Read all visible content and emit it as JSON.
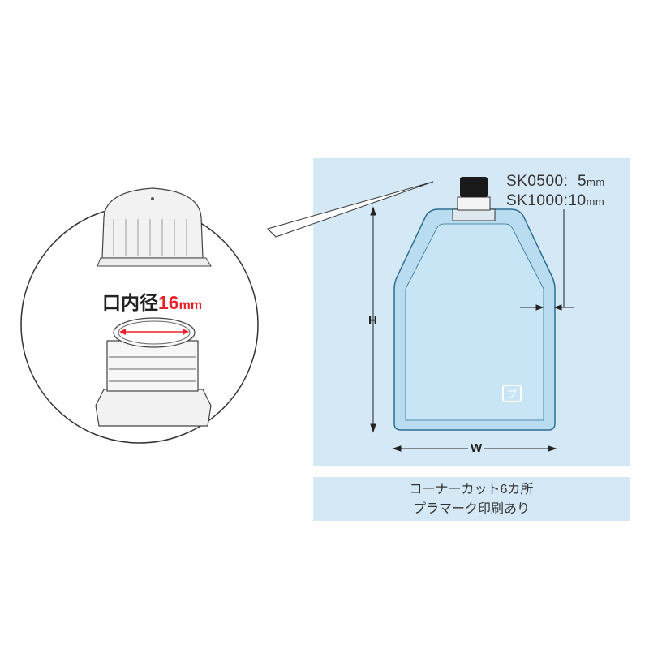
{
  "spec": {
    "line1_model": "SK0500:",
    "line1_value": "5",
    "line2_model": "SK1000:",
    "line2_value": "10",
    "unit": "mm"
  },
  "dimensions": {
    "height_label": "H",
    "width_label": "W"
  },
  "bore": {
    "label": "口内径",
    "value": "16",
    "unit": "mm"
  },
  "caption": {
    "line1": "コーナーカット6カ所",
    "line2": "プラマーク印刷あり"
  },
  "colors": {
    "panel": "#d5e8f5",
    "bag": "#bfe0f3",
    "bag_border": "#2d6f93",
    "accent": "#e8222a"
  }
}
